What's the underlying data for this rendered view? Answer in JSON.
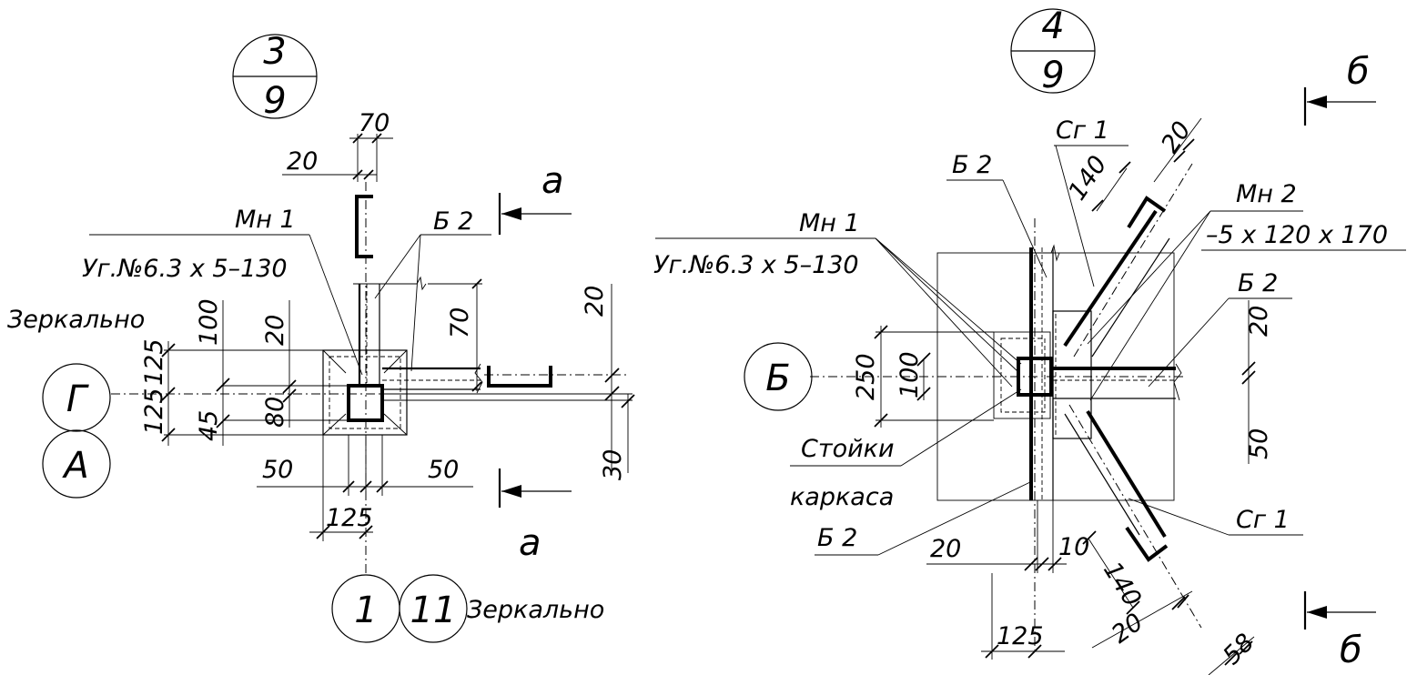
{
  "left_detail": {
    "callout": {
      "top": "3",
      "bottom": "9"
    },
    "section_mark": "а",
    "label_mn": "Мн 1",
    "label_ug": "Уг.№6.3 x 5–130",
    "label_b2": "Б 2",
    "label_mirror_left": "Зеркально",
    "axis_g": "Г",
    "axis_a": "А",
    "axis_1": "1",
    "axis_11": "11",
    "label_mirror_bottom": "Зеркально",
    "dims": {
      "d70_top": "70",
      "d20_top": "20",
      "d70_mid": "70",
      "d20_right": "20",
      "d30_right": "30",
      "d100": "100",
      "d20_mid": "20",
      "d125_upper": "125",
      "d125_lower": "125",
      "d45": "45",
      "d80": "80",
      "d50_left": "50",
      "d50_right": "50",
      "d125_bottom": "125"
    }
  },
  "right_detail": {
    "callout": {
      "top": "4",
      "bottom": "9"
    },
    "section_mark": "б",
    "label_cg1_top": "Сг 1",
    "label_b2_top": "Б 2",
    "label_mn1": "Мн 1",
    "label_ug": "Уг.№6.3 x 5–130",
    "label_mn2": "Мн 2",
    "label_plate": "–5 x 120 x 170",
    "label_b2_right": "Б 2",
    "axis_b": "Б",
    "label_posts_1": "Стойки",
    "label_posts_2": "каркаса",
    "label_b2_bottom": "Б 2",
    "label_cg1_bottom": "Сг 1",
    "dims": {
      "d20_diag_top": "20",
      "d140_top": "140",
      "d250": "250",
      "d100": "100",
      "d20_right": "20",
      "d50_right": "50",
      "d20_bottom": "20",
      "d10": "10",
      "d140_bottom": "140",
      "d20_diag_bottom": "20",
      "d58": "58",
      "d125": "125"
    }
  }
}
